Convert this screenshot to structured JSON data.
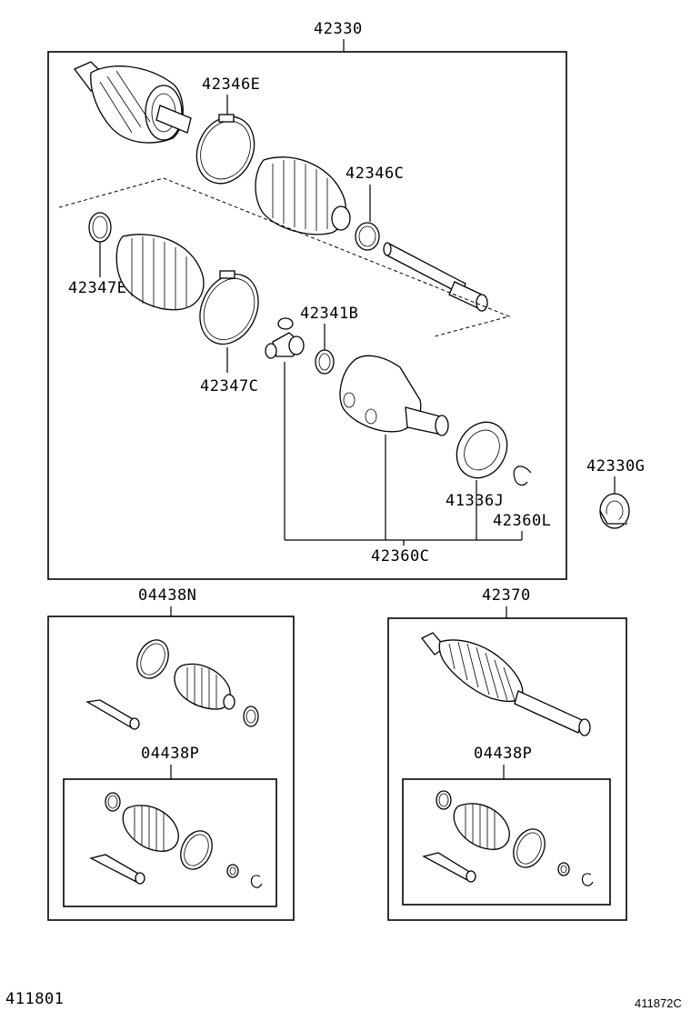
{
  "labels": {
    "assembly_main": "42330",
    "boot_band_outer_large": "42346E",
    "boot_band_outer_small": "42346C",
    "boot_band_inner_small": "42347E",
    "boot_band_inner_large": "42347C",
    "snap_ring": "42341B",
    "bearing_side": "42330G",
    "dust_seal": "41336J",
    "hole_snap_ring": "42360L",
    "inner_joint_assembly": "42360C",
    "boot_kit_outboard": "04438N",
    "boot_kit_inboard_left": "04438P",
    "shaft_assembly": "42370",
    "boot_kit_inboard_right": "04438P"
  },
  "footer": {
    "page_ref_left": "411801",
    "page_ref_right": "411872C"
  }
}
